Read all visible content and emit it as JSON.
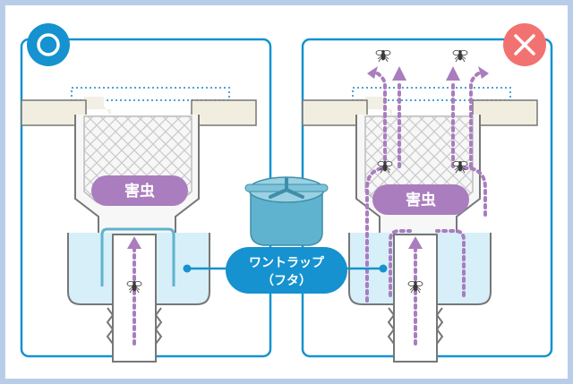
{
  "colors": {
    "frame_border": "#b9cde8",
    "panel_border": "#1592cf",
    "good_badge": "#1592cf",
    "bad_badge": "#f27272",
    "pest_purple": "#a97dbe",
    "water": "#d6eff9",
    "trap_cyan": "#5fb3cf",
    "callout_blue": "#1592cf"
  },
  "panels": [
    {
      "id": "good",
      "badge_icon": "circle-mark-icon",
      "pest_label": "害虫",
      "path_icon": "blocked-path-icon"
    },
    {
      "id": "bad",
      "badge_icon": "cross-mark-icon",
      "pest_label": "害虫",
      "path_icon": "escape-path-icon"
    }
  ],
  "callout": {
    "line1": "ワントラップ",
    "line2": "（フタ）",
    "part_icon": "trap-lid-icon"
  }
}
